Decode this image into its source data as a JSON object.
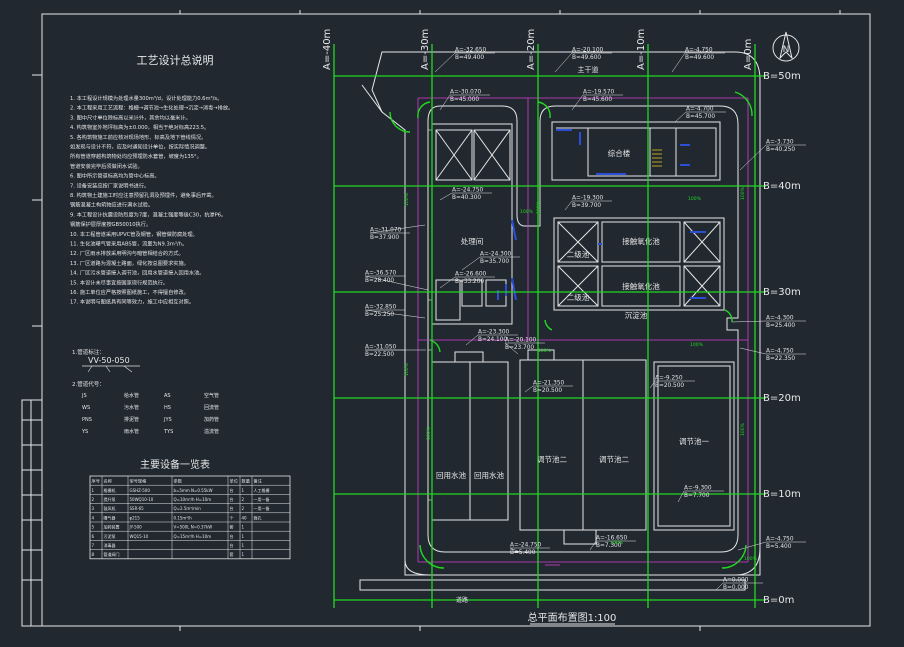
{
  "drawing": {
    "title": "总平面布置图1:100",
    "notes_title": "工艺设计总说明",
    "equipment_title": "主要设备一览表",
    "road_label": "主干道",
    "road_label_bottom": "道路"
  },
  "colors": {
    "background": "#212830",
    "grid_line": "#22d822",
    "building_outline": "#e6e6e6",
    "dimension_line": "#d63dd6",
    "annotation_line": "#e6e6e6",
    "equipment_blue": "#2b4ed8"
  },
  "notes": [
    "1. 本工程设计规模为处理水量300m³/d，设计处理能力0.6m³/s。",
    "2. 本工程采用工艺流程：格栅→调节池→生化处理→沉淀→消毒→排放。",
    "3. 图中尺寸单位除标高以米计外，其余均以毫米计。",
    "4. 构筑物室外地坪标高为±0.000，相当于绝对标高223.5。",
    "5. 各构筑物施工前应核对现场地形、标高及地下管线情况。",
    "   如发现与设计不符，应及时通知设计单位，按实际情况调整。",
    "   所有管道穿越构筑物处均应预埋防水套管，坡度为135°。",
    "   管道安装完毕后须做闭水试验。",
    "6. 图中所示管道标高均为管中心标高。",
    "7. 设备安装应按厂家说明书进行。",
    "8. 构筑物土建施工时应注意预留孔洞及预埋件，避免事后开凿。",
    "   钢筋混凝土构筑物应进行满水试验。",
    "9. 本工程设计抗震设防烈度为7度，混凝土强度等级C30，抗渗P6。",
    "   钢筋保护层厚度按GB50010执行。",
    "10. 本工程管道采用UPVC管及钢管，钢管做防腐处理。",
    "11. 生化池曝气管采用ABS管，流量为N9.3m³/h。",
    "12. 厂区雨水排放采用明沟与暗管相结合的方式。",
    "13. 厂区道路为混凝土路面，绿化按总图要求实施。",
    "14. 厂区污水管道接入调节池，回用水管道接入回用水池。",
    "15. 本设计未尽事宜按国家现行规范执行。",
    "16. 施工单位应严格按照图纸施工，不得擅自修改。",
    "17. 本说明与图纸具有同等效力，施工中应相互对照。"
  ],
  "legend": {
    "header": "1.管道标注：",
    "sample": "VV-50-050",
    "pipe_header": "2.管道代号：",
    "rows": [
      [
        "JS",
        "给水管",
        "AS",
        "空气管"
      ],
      [
        "WS",
        "污水管",
        "HS",
        "回流管"
      ],
      [
        "PNS",
        "排泥管",
        "JYS",
        "加药管"
      ],
      [
        "YS",
        "雨水管",
        "TYS",
        "溢流管"
      ]
    ]
  },
  "equipment_table": {
    "headers": [
      "序号",
      "名称",
      "型号规格",
      "参数",
      "单位",
      "数量",
      "备注"
    ],
    "rows": [
      [
        "1",
        "格栅机",
        "GSHZ-500",
        "b=5mm N=0.55kW",
        "台",
        "1",
        "人工格栅"
      ],
      [
        "2",
        "提升泵",
        "50WQ10-10",
        "Q=10m³/h H=10m",
        "台",
        "2",
        "一用一备"
      ],
      [
        "3",
        "鼓风机",
        "SSR-65",
        "Q=2.5m³/min",
        "台",
        "2",
        "一用一备"
      ],
      [
        "4",
        "曝气器",
        "φ215",
        "0.15m³/h",
        "个",
        "40",
        "微孔"
      ],
      [
        "5",
        "加药装置",
        "JY-500",
        "V=500L N=0.37kW",
        "套",
        "1",
        ""
      ],
      [
        "6",
        "污泥泵",
        "WQ15-10",
        "Q=15m³/h H=10m",
        "台",
        "1",
        ""
      ],
      [
        "7",
        "消毒器",
        "",
        "",
        "台",
        "1",
        ""
      ],
      [
        "8",
        "管道阀门",
        "",
        "",
        "套",
        "1",
        ""
      ]
    ]
  },
  "grid": {
    "vertical": [
      "A=-40m",
      "A=-30m",
      "A=-20m",
      "A=-10m",
      "A=0m"
    ],
    "horizontal": [
      "B=50m",
      "B=40m",
      "B=30m",
      "B=20m",
      "B=10m",
      "B=0m"
    ]
  },
  "north_arrow": "N",
  "buildings": {
    "complex": "综合楼",
    "workshop": "处理间",
    "anoxic_1": "二级池",
    "anoxic_2": "二级池",
    "biochem_1": "接触氧化池",
    "biochem_2": "接触氧化池",
    "sedimentation": "沉淀池",
    "reuse_1": "回用水池",
    "reuse_2": "回用水池",
    "regulation_2a": "调节池二",
    "regulation_2b": "调节池二",
    "regulation_1": "调节池一"
  },
  "coordinates": [
    {
      "a": "A=-32.650",
      "b": "B=49.400"
    },
    {
      "a": "A=-20.100",
      "b": "B=49.600"
    },
    {
      "a": "A=-4.750",
      "b": "B=49.600"
    },
    {
      "a": "A=-30.070",
      "b": "B=45.000"
    },
    {
      "a": "A=-19.570",
      "b": "B=45.600"
    },
    {
      "a": "A=-4.700",
      "b": "B=45.700"
    },
    {
      "a": "A=-3.730",
      "b": "B=40.250"
    },
    {
      "a": "A=-24.750",
      "b": "B=40.300"
    },
    {
      "a": "A=-19.300",
      "b": "B=39.700"
    },
    {
      "a": "A=-31.070",
      "b": "B=37.900"
    },
    {
      "a": "A=-24.300",
      "b": "B=35.700"
    },
    {
      "a": "A=-26.600",
      "b": "B=33.200"
    },
    {
      "a": "A=-36.570",
      "b": "B=28.400"
    },
    {
      "a": "A=-32.850",
      "b": "B=25.250"
    },
    {
      "a": "A=-4.300",
      "b": "B=25.400"
    },
    {
      "a": "A=-23.300",
      "b": "B=24.100"
    },
    {
      "a": "A=-20.100",
      "b": "B=23.700"
    },
    {
      "a": "A=-31.050",
      "b": "B=22.500"
    },
    {
      "a": "A=-4.750",
      "b": "B=22.350"
    },
    {
      "a": "A=-21.350",
      "b": "B=20.500"
    },
    {
      "a": "A=-9.250",
      "b": "B=20.500"
    },
    {
      "a": "A=-9.300",
      "b": "B=7.700"
    },
    {
      "a": "A=-24.750",
      "b": "B=5.400"
    },
    {
      "a": "A=-16.650",
      "b": "B=7.300"
    },
    {
      "a": "A=-4.750",
      "b": "B=5.400"
    },
    {
      "a": "A=0.000",
      "b": "B=0.000"
    }
  ],
  "slope_marks": [
    "100%",
    "100%",
    "100%",
    "100%",
    "100%",
    "100%",
    "100%",
    "100%",
    "100%",
    "100%",
    "100%",
    "100%"
  ]
}
